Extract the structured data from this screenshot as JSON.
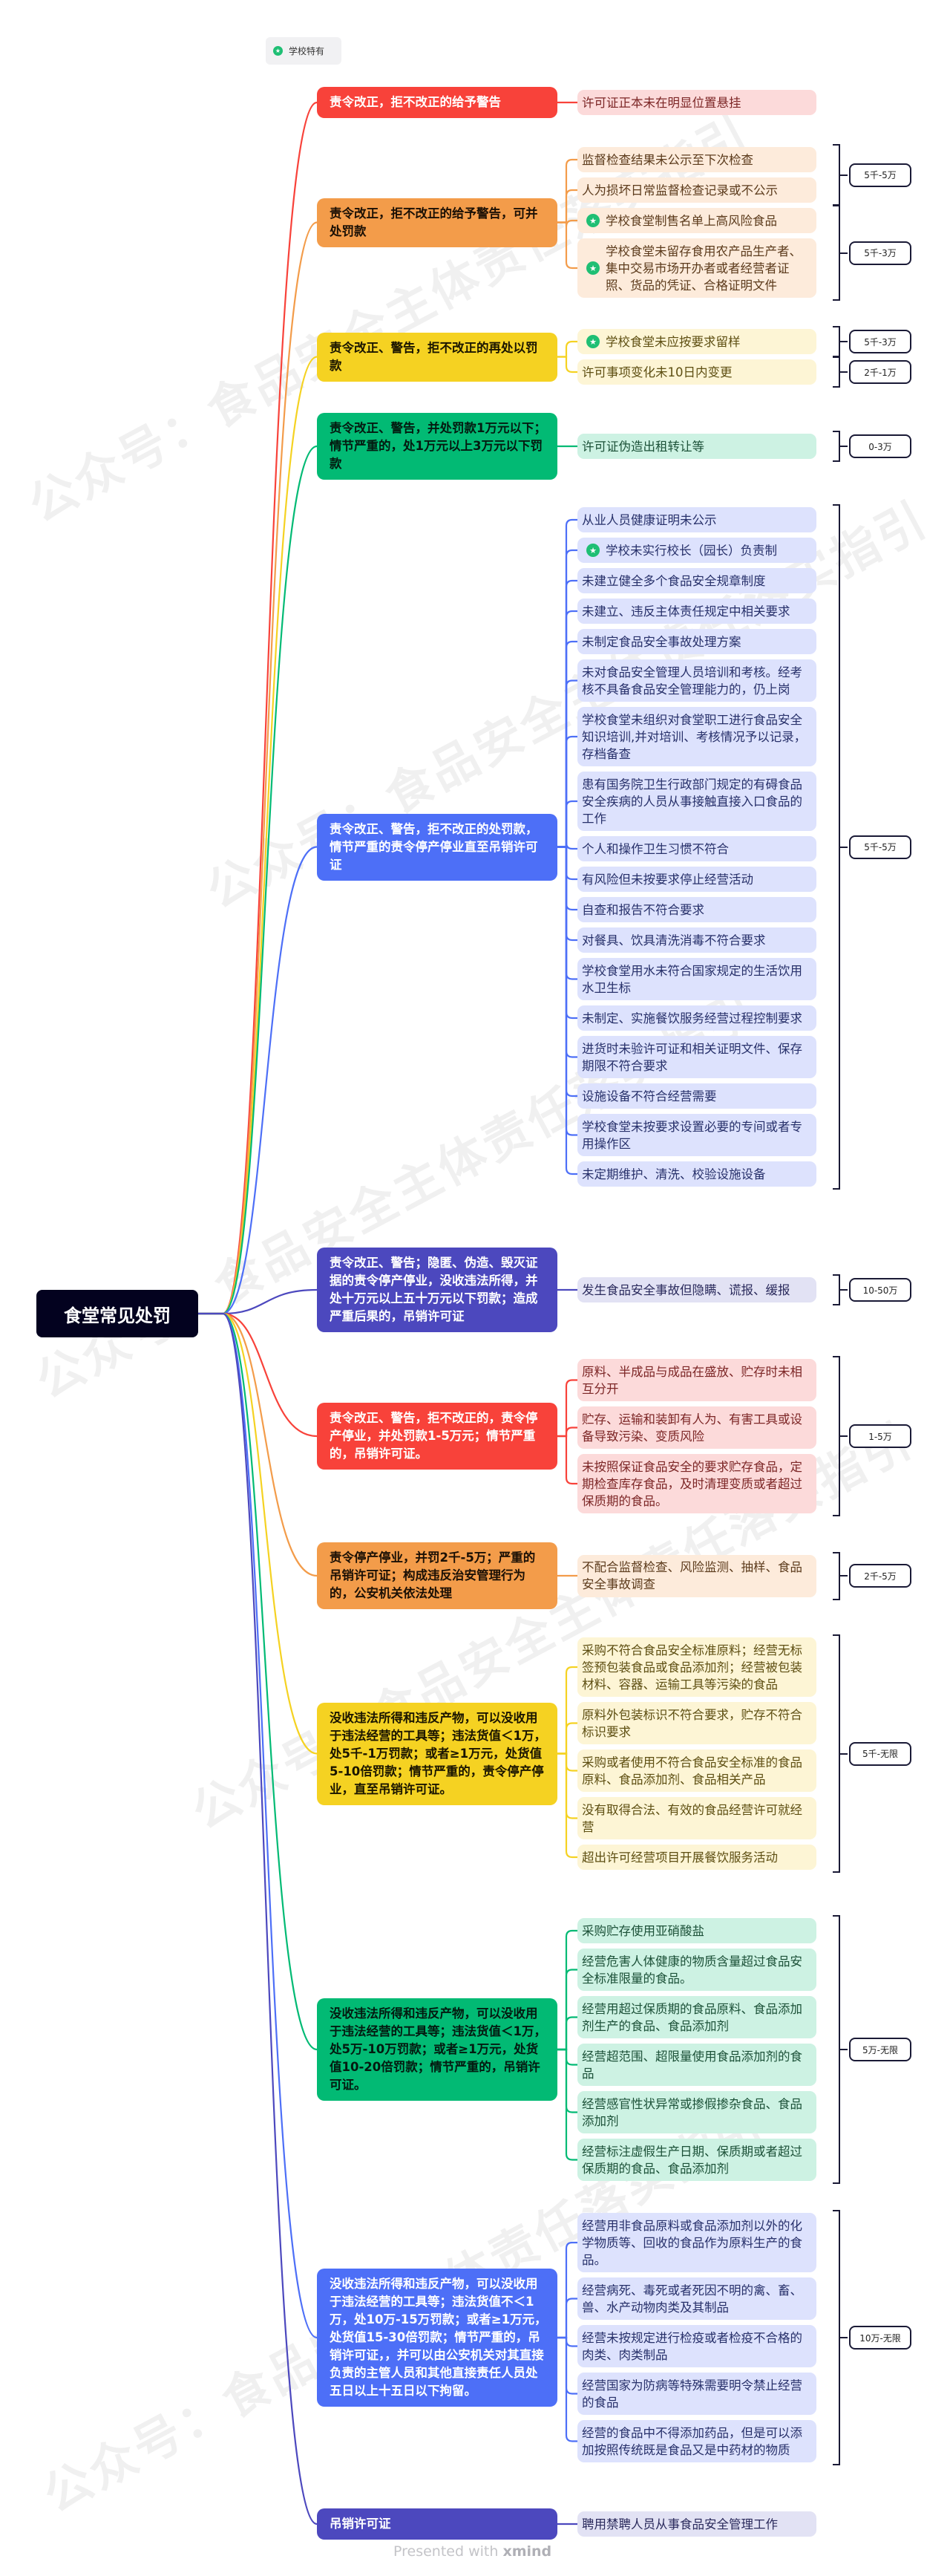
{
  "title": "食堂常见处罚",
  "legend": {
    "icon": "star-badge-icon",
    "label": "学校特有"
  },
  "watermark": "公众号：食品安全主体责任落实指引",
  "footer": {
    "presented": "Presented with ",
    "brand": "xmind"
  },
  "colors": {
    "red": "#f8423a",
    "orange": "#f39c4a",
    "yellow": "#f5d222",
    "green": "#02ba74",
    "blue": "#4d6ff7",
    "indigo": "#4c48be",
    "root": "#03021f"
  },
  "groups": [
    {
      "color": "red",
      "node": "责令改正，拒不改正的给予警告",
      "children": [
        {
          "text": "许可证正本未在明显位置悬挂"
        }
      ],
      "badges": []
    },
    {
      "color": "orange",
      "node": "责令改正，拒不改正的给予警告，可并处罚款",
      "children": [
        {
          "text": "监督检查结果未公示至下次检查"
        },
        {
          "text": "人为损坏日常监督检查记录或不公示"
        },
        {
          "text": "学校食堂制售名单上高风险食品",
          "star": true
        },
        {
          "text": "学校食堂未留存食用农产品生产者、集中交易市场开办者或者经营者证照、货品的凭证、合格证明文件",
          "star": true
        }
      ],
      "badges": [
        {
          "label": "5千-5万",
          "from": 0,
          "to": 1
        },
        {
          "label": "5千-3万",
          "from": 2,
          "to": 3
        }
      ]
    },
    {
      "color": "yellow",
      "node": "责令改正、警告，拒不改正的再处以罚款",
      "children": [
        {
          "text": "学校食堂未应按要求留样",
          "star": true
        },
        {
          "text": "许可事项变化未10日内变更"
        }
      ],
      "badges": [
        {
          "label": "5千-3万",
          "from": 0,
          "to": 0
        },
        {
          "label": "2千-1万",
          "from": 1,
          "to": 1
        }
      ]
    },
    {
      "color": "green",
      "node": "责令改正、警告，并处罚款1万元以下；情节严重的，处1万元以上3万元以下罚款",
      "children": [
        {
          "text": "许可证伪造出租转让等"
        }
      ],
      "badges": [
        {
          "label": "0-3万",
          "from": 0,
          "to": 0
        }
      ]
    },
    {
      "color": "blue",
      "node": "责令改正、警告，拒不改正的处罚款，情节严重的责令停产停业直至吊销许可证",
      "children": [
        {
          "text": "从业人员健康证明未公示"
        },
        {
          "text": "学校未实行校长（园长）负责制",
          "star": true
        },
        {
          "text": "未建立健全多个食品安全规章制度"
        },
        {
          "text": "未建立、违反主体责任规定中相关要求"
        },
        {
          "text": "未制定食品安全事故处理方案"
        },
        {
          "text": "未对食品安全管理人员培训和考核。经考核不具备食品安全管理能力的，仍上岗"
        },
        {
          "text": "学校食堂未组织对食堂职工进行食品安全知识培训,并对培训、考核情况予以记录，存档备查"
        },
        {
          "text": "患有国务院卫生行政部门规定的有碍食品安全疾病的人员从事接触直接入口食品的工作"
        },
        {
          "text": "个人和操作卫生习惯不符合"
        },
        {
          "text": "有风险但未按要求停止经营活动"
        },
        {
          "text": "自查和报告不符合要求"
        },
        {
          "text": "对餐具、饮具清洗消毒不符合要求"
        },
        {
          "text": "学校食堂用水未符合国家规定的生活饮用水卫生标"
        },
        {
          "text": "未制定、实施餐饮服务经营过程控制要求"
        },
        {
          "text": "进货时未验许可证和相关证明文件、保存期限不符合要求"
        },
        {
          "text": "设施设备不符合经营需要"
        },
        {
          "text": "学校食堂未按要求设置必要的专间或者专用操作区"
        },
        {
          "text": "未定期维护、清洗、校验设施设备"
        }
      ],
      "badges": [
        {
          "label": "5千-5万",
          "from": 0,
          "to": 17
        }
      ]
    },
    {
      "color": "indigo",
      "node": "责令改正、警告；隐匿、伪造、毁灭证据的责令停产停业，没收违法所得，并处十万元以上五十万元以下罚款；造成严重后果的，吊销许可证",
      "children": [
        {
          "text": "发生食品安全事故但隐瞒、谎报、缓报"
        }
      ],
      "badges": [
        {
          "label": "10-50万",
          "from": 0,
          "to": 0
        }
      ]
    },
    {
      "color": "red",
      "node": "责令改正、警告，拒不改正的，责令停产停业，并处罚款1-5万元；情节严重的，吊销许可证。",
      "children": [
        {
          "text": "原料、半成品与成品在盛放、贮存时未相互分开"
        },
        {
          "text": "贮存、运输和装卸有人为、有害工具或设备导致污染、变质风险"
        },
        {
          "text": "未按照保证食品安全的要求贮存食品，定期检查库存食品，及时清理变质或者超过保质期的食品。"
        }
      ],
      "badges": [
        {
          "label": "1-5万",
          "from": 0,
          "to": 2
        }
      ]
    },
    {
      "color": "orange",
      "node": "责令停产停业，并罚2千-5万；严重的吊销许可证；构成违反治安管理行为的，公安机关依法处理",
      "children": [
        {
          "text": "不配合监督检查、风险监测、抽样、食品安全事故调查"
        }
      ],
      "badges": [
        {
          "label": "2千-5万",
          "from": 0,
          "to": 0
        }
      ]
    },
    {
      "color": "yellow",
      "node": "没收违法所得和违反产物，可以没收用于违法经营的工具等；违法货值＜1万，处5千-1万罚款；或者≥1万元，处货值5-10倍罚款；情节严重的，责令停产停业，直至吊销许可证。",
      "children": [
        {
          "text": "采购不符合食品安全标准原料；经营无标签预包装食品或食品添加剂；经营被包装材料、容器、运输工具等污染的食品"
        },
        {
          "text": "原料外包装标识不符合要求，贮存不符合标识要求"
        },
        {
          "text": "采购或者使用不符合食品安全标准的食品原料、食品添加剂、食品相关产品"
        },
        {
          "text": "没有取得合法、有效的食品经营许可就经营"
        },
        {
          "text": "超出许可经营项目开展餐饮服务活动"
        }
      ],
      "badges": [
        {
          "label": "5千-无限",
          "from": 0,
          "to": 4
        }
      ]
    },
    {
      "color": "green",
      "node": "没收违法所得和违反产物，可以没收用于违法经营的工具等；违法货值＜1万，处5万-10万罚款；或者≥1万元，处货值10-20倍罚款；情节严重的，吊销许可证。",
      "children": [
        {
          "text": "采购贮存使用亚硝酸盐"
        },
        {
          "text": "经营危害人体健康的物质含量超过食品安全标准限量的食品。"
        },
        {
          "text": "经营用超过保质期的食品原料、食品添加剂生产的食品、食品添加剂"
        },
        {
          "text": "经营超范围、超限量使用食品添加剂的食品"
        },
        {
          "text": "经营感官性状异常或掺假掺杂食品、食品添加剂"
        },
        {
          "text": "经营标注虚假生产日期、保质期或者超过保质期的食品、食品添加剂"
        }
      ],
      "badges": [
        {
          "label": "5万-无限",
          "from": 0,
          "to": 5
        }
      ]
    },
    {
      "color": "blue",
      "node": "没收违法所得和违反产物，可以没收用于违法经营的工具等；违法货值不＜1万，处10万-15万罚款；或者≥1万元，处货值15-30倍罚款；情节严重的，吊销许可证，，并可以由公安机关对其直接负责的主管人员和其他直接责任人员处五日以上十五日以下拘留。",
      "children": [
        {
          "text": "经营用非食品原料或食品添加剂以外的化学物质等、回收的食品作为原料生产的食品。"
        },
        {
          "text": "经营病死、毒死或者死因不明的禽、畜、兽、水产动物肉类及其制品"
        },
        {
          "text": "经营未按规定进行检疫或者检疫不合格的肉类、肉类制品"
        },
        {
          "text": "经营国家为防病等特殊需要明令禁止经营的食品"
        },
        {
          "text": "经营的食品中不得添加药品，但是可以添加按照传统既是食品又是中药材的物质"
        }
      ],
      "badges": [
        {
          "label": "10万-无限",
          "from": 0,
          "to": 4
        }
      ]
    },
    {
      "color": "indigo",
      "node": "吊销许可证",
      "children": [
        {
          "text": "聘用禁聘人员从事食品安全管理工作"
        }
      ],
      "badges": []
    }
  ]
}
